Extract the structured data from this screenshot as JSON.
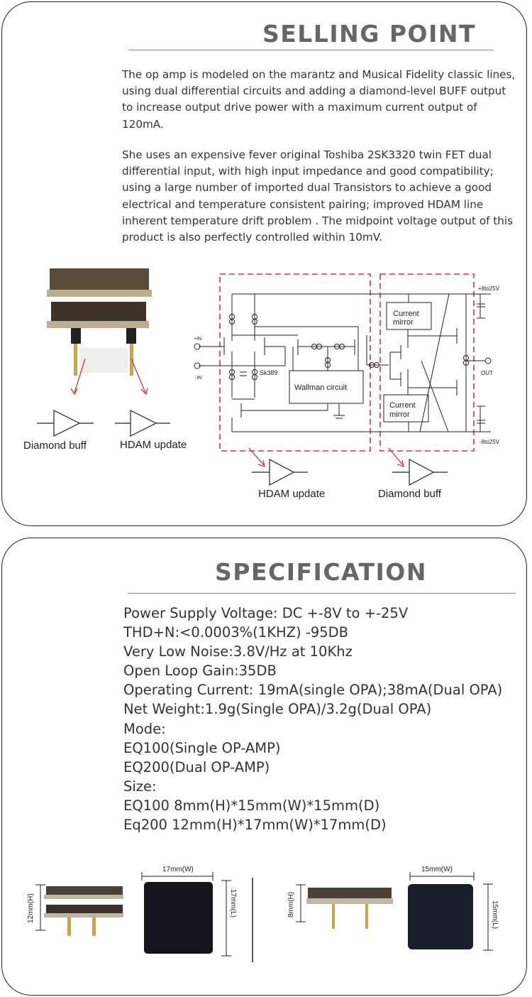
{
  "selling_point": {
    "title": "SELLING POINT",
    "paragraphs": [
      "The op amp is modeled on the marantz and Musical Fidelity classic lines, using dual differential circuits and adding a diamond-level BUFF output to increase output drive power with a maximum current  output of 120mA.",
      "She uses an expensive fever original Toshiba 2SK3320 twin FET dual differential input, with high input impedance and good compatibility; using a large number of imported dual Transistors to achieve a good electrical and temperature consistent pairing; improved HDAM line inherent temperature drift problem . The midpoint voltage output of this product is also perfectly controlled within 10mV."
    ],
    "left_labels": {
      "diamond": "Diamond buff",
      "hdam": "HDAM update"
    },
    "circuit": {
      "plus_in": "+IN",
      "minus_in": "-IN",
      "sk389": "Sk389",
      "wallman": "Wallman circuit",
      "current_mirror_top": [
        "Current",
        "mirror"
      ],
      "current_mirror_bottom": [
        "Current",
        "mirror"
      ],
      "vplus": "+8to25V",
      "vminus": "-8to25V",
      "out": "OUT"
    },
    "bottom_labels": {
      "hdam": "HDAM update",
      "diamond": "Diamond buff"
    },
    "accent_color": "#d9343a"
  },
  "specification": {
    "title": "SPECIFICATION",
    "lines": [
      "Power Supply Voltage: DC +-8V to +-25V",
      "THD+N:<0.0003%(1KHZ) -95DB",
      "Very Low Noise:3.8V/Hz at 10Khz",
      "Open Loop Gain:35DB",
      "Operating Current: 19mA(single OPA);38mA(Dual OPA)",
      "Net Weight:1.9g(Single OPA)/3.2g(Dual OPA)",
      "Mode:",
      "EQ100(Single OP-AMP)",
      "EQ200(Dual OP-AMP)",
      "Size:",
      "EQ100 8mm(H)*15mm(W)*15mm(D)",
      "Eq200 12mm(H)*17mm(W)*17mm(D)"
    ],
    "dimensions": {
      "dual_height": "12mm(H)",
      "dual_width": "17mm(W)",
      "dual_length": "17mm(L)",
      "single_height": "8mm(H)",
      "single_width": "15mm(W)",
      "single_length": "15mm(L)"
    }
  }
}
